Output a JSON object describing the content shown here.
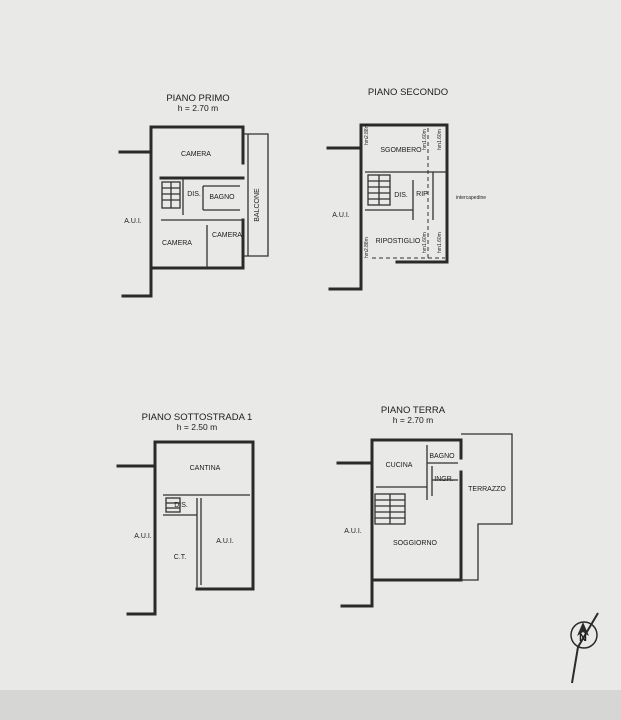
{
  "colors": {
    "paper": "#e9e9e7",
    "ink": "#2a2a2a",
    "shadow": "#d2d2d0"
  },
  "plans": {
    "primo": {
      "title": "PIANO PRIMO",
      "height": "h = 2.70 m",
      "rooms": {
        "camera_top": "CAMERA",
        "dis": "DIS.",
        "bagno": "BAGNO",
        "balcone": "BALCONE",
        "camera_left": "CAMERA",
        "camera_right": "CAMERA",
        "aui": "A.U.I."
      }
    },
    "secondo": {
      "title": "PIANO SECONDO",
      "rooms": {
        "sgombero": "SGOMBERO",
        "dis": "DIS.",
        "rip": "RIP",
        "ripostiglio": "RIPOSTIGLIO",
        "intercapedine": "intercapedine",
        "aui": "A.U.I."
      },
      "heights": [
        "hm2.88m",
        "hm1.60m",
        "hm1.60m",
        "hm2.88m",
        "hm1.60m",
        "hm1.60m"
      ]
    },
    "sottostrada": {
      "title": "PIANO SOTTOSTRADA 1",
      "height": "h = 2.50 m",
      "rooms": {
        "cantina": "CANTINA",
        "dis": "DIS.",
        "ct": "C.T.",
        "aui_inner": "A.U.I.",
        "aui": "A.U.I."
      }
    },
    "terra": {
      "title": "PIANO TERRA",
      "height": "h = 2.70 m",
      "rooms": {
        "cucina": "CUCINA",
        "bagno": "BAGNO",
        "ingr": "INGR.",
        "terrazzo": "TERRAZZO",
        "soggiorno": "SOGGIORNO",
        "aui": "A.U.I."
      }
    }
  },
  "north_symbol": {
    "letter": "N"
  }
}
